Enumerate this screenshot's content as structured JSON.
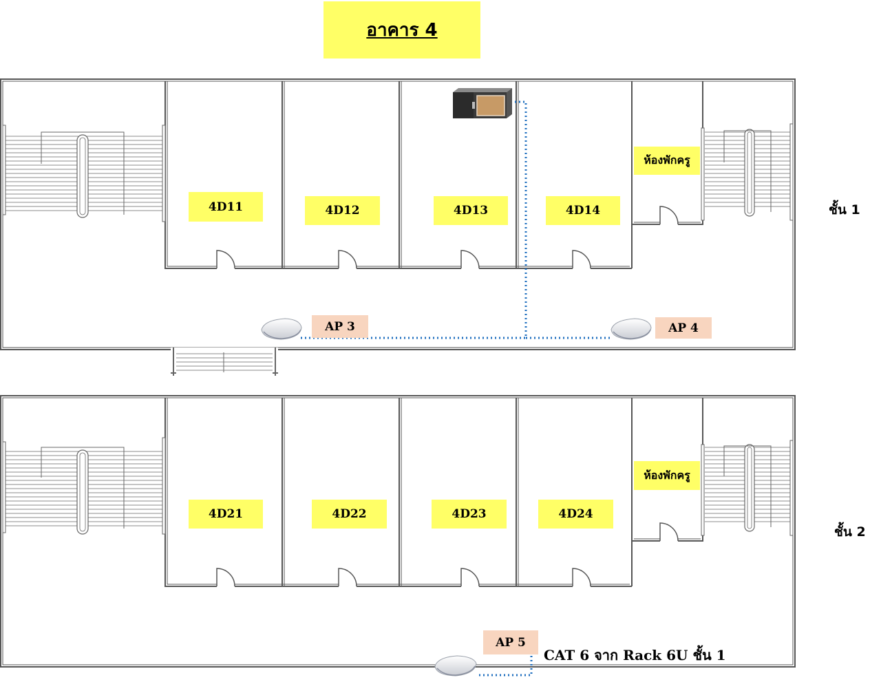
{
  "title": "อาคาร 4",
  "floors": [
    {
      "label": "ชั้น 1",
      "rooms": [
        "4D11",
        "4D12",
        "4D13",
        "4D14"
      ],
      "teacher_room": "ห้องพักครู",
      "access_points": [
        "AP 3",
        "AP 4"
      ]
    },
    {
      "label": "ชั้น 2",
      "rooms": [
        "4D21",
        "4D22",
        "4D23",
        "4D24"
      ],
      "teacher_room": "ห้องพักครู",
      "access_points": [
        "AP 5"
      ]
    }
  ],
  "cable_note": "CAT 6 จาก Rack 6U ชั้น 1",
  "colors": {
    "label_bg": "#ffff66",
    "ap_bg": "#f8d5bf",
    "cable": "#1f6fbf",
    "wall": "#555555"
  },
  "icons": {
    "rack": "rack-cabinet-icon",
    "access_point": "wireless-access-point-icon"
  }
}
